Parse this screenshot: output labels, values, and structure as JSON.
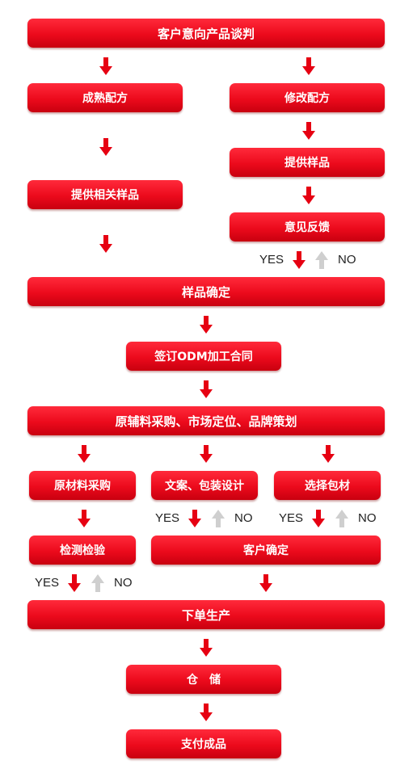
{
  "colors": {
    "box": "#ec0a1c",
    "arrow_down": "#e60012",
    "arrow_up": "#cfcfcf",
    "text": "#ffffff",
    "label": "#222222"
  },
  "boxes": {
    "negotiation": "客户意向产品谈判",
    "formula": "成熟配方",
    "modify_formula": "修改配方",
    "provide_sample": "提供样品",
    "related_sample": "提供相关样品",
    "feedback": "意见反馈",
    "sample_confirm": "样品确定",
    "contract": "签订ODM加工合同",
    "procurement_plan": "原辅料采购、市场定位、品牌策划",
    "material_purchase": "原材料采购",
    "copywriting": "文案、包装设计",
    "choose_packaging": "选择包材",
    "inspection": "检测检验",
    "customer_confirm": "客户确定",
    "production": "下单生产",
    "storage": "仓　储",
    "delivery": "支付成品"
  },
  "labels": {
    "yes": "YES",
    "no": "NO"
  }
}
